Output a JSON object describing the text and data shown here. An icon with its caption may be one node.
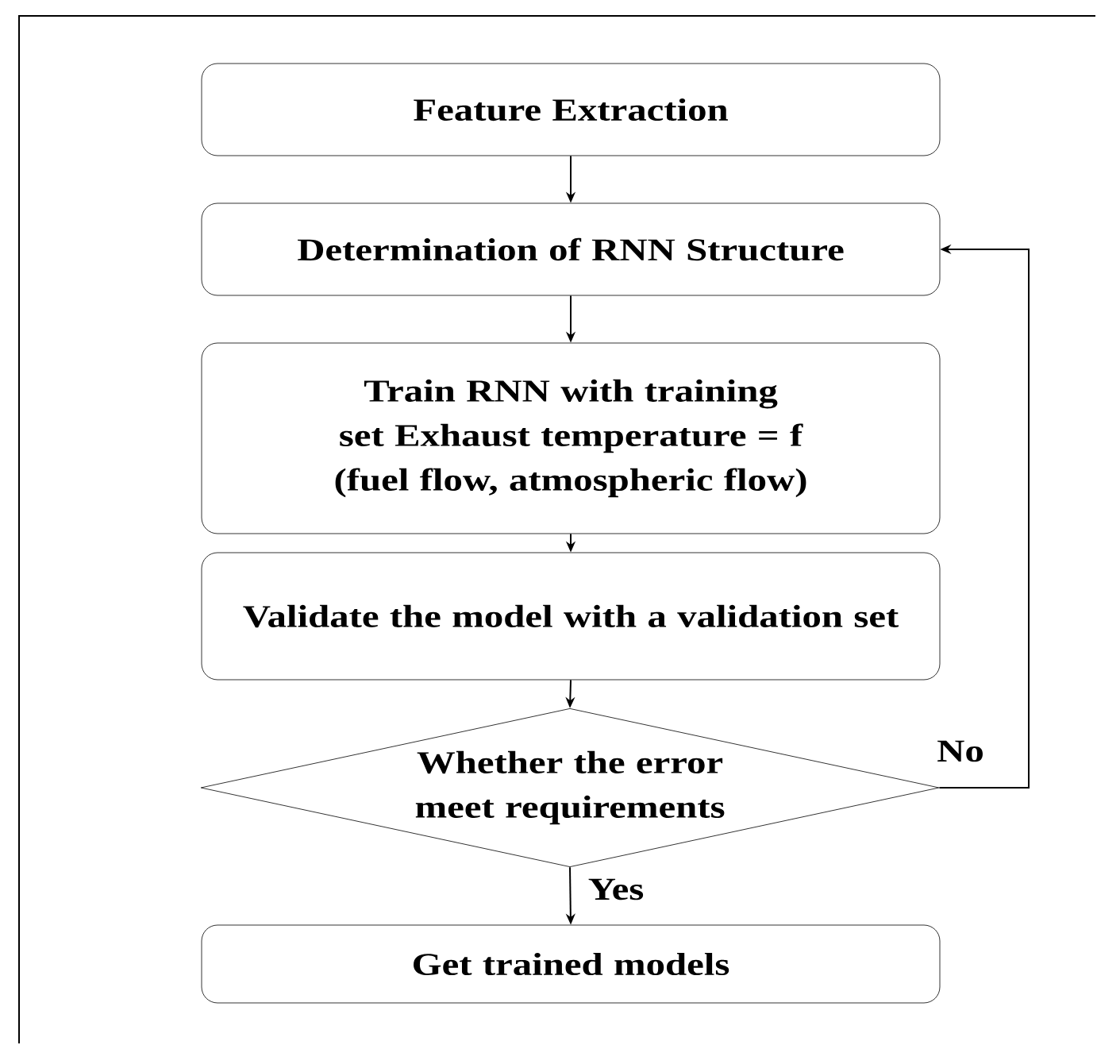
{
  "diagram": {
    "nodes": [
      {
        "text": [
          "Feature Extraction"
        ]
      },
      {
        "text": [
          "Determination of RNN Structure"
        ]
      },
      {
        "text": [
          "Train RNN with training set Exhaust temperature = f (fuel flow, atmospheric flow)"
        ]
      },
      {
        "text": [
          "Validate the model with a validation set"
        ]
      },
      {
        "text": [
          "Whether the error meet requirements"
        ]
      },
      {
        "text": [
          "Get trained models"
        ]
      }
    ],
    "edges": [
      {
        "from": 0,
        "to": 1,
        "arrow": "to"
      },
      {
        "from": 1,
        "to": 2,
        "arrow": "to"
      },
      {
        "from": 2,
        "to": 3,
        "arrow": "to"
      },
      {
        "from": 3,
        "to": 4,
        "arrow": "to"
      },
      {
        "from": 4,
        "to": 5,
        "arrow": "to",
        "label": "Yes"
      },
      {
        "from": 4,
        "to": 1,
        "arrow": "to",
        "label": "No"
      }
    ]
  }
}
